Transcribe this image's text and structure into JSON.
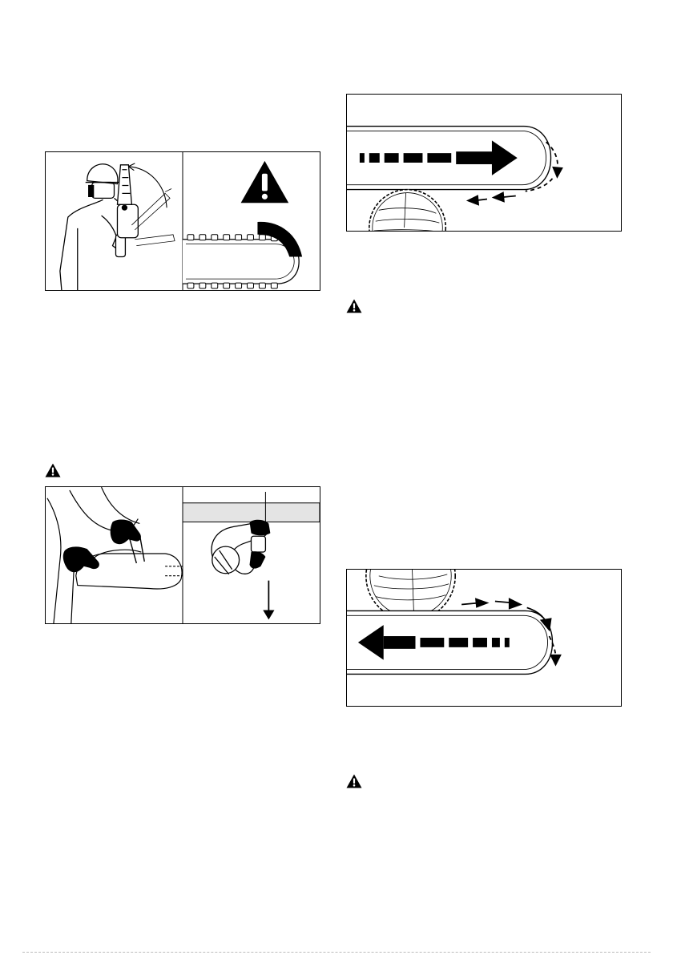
{
  "page": {
    "background": "#ffffff",
    "ink": "#000000"
  },
  "figures": [
    {
      "id": "kickback-rotation",
      "icons": [
        "operator-with-chainsaw",
        "warning-triangle-icon",
        "guide-bar-kickback-zone"
      ]
    },
    {
      "id": "chain-brake-check",
      "icons": [
        "gloved-hands-on-chainsaw",
        "front-hand-guard-pull"
      ]
    },
    {
      "id": "pulling-chain",
      "icons": [
        "forward-arrow",
        "log-cross-section"
      ]
    },
    {
      "id": "pushing-chain",
      "icons": [
        "backward-arrow",
        "log-cross-section"
      ]
    }
  ],
  "warnings": [
    {
      "id": "warning-1",
      "icon": "warning-triangle-icon"
    },
    {
      "id": "warning-2",
      "icon": "warning-triangle-icon"
    },
    {
      "id": "warning-3",
      "icon": "warning-triangle-icon"
    }
  ]
}
